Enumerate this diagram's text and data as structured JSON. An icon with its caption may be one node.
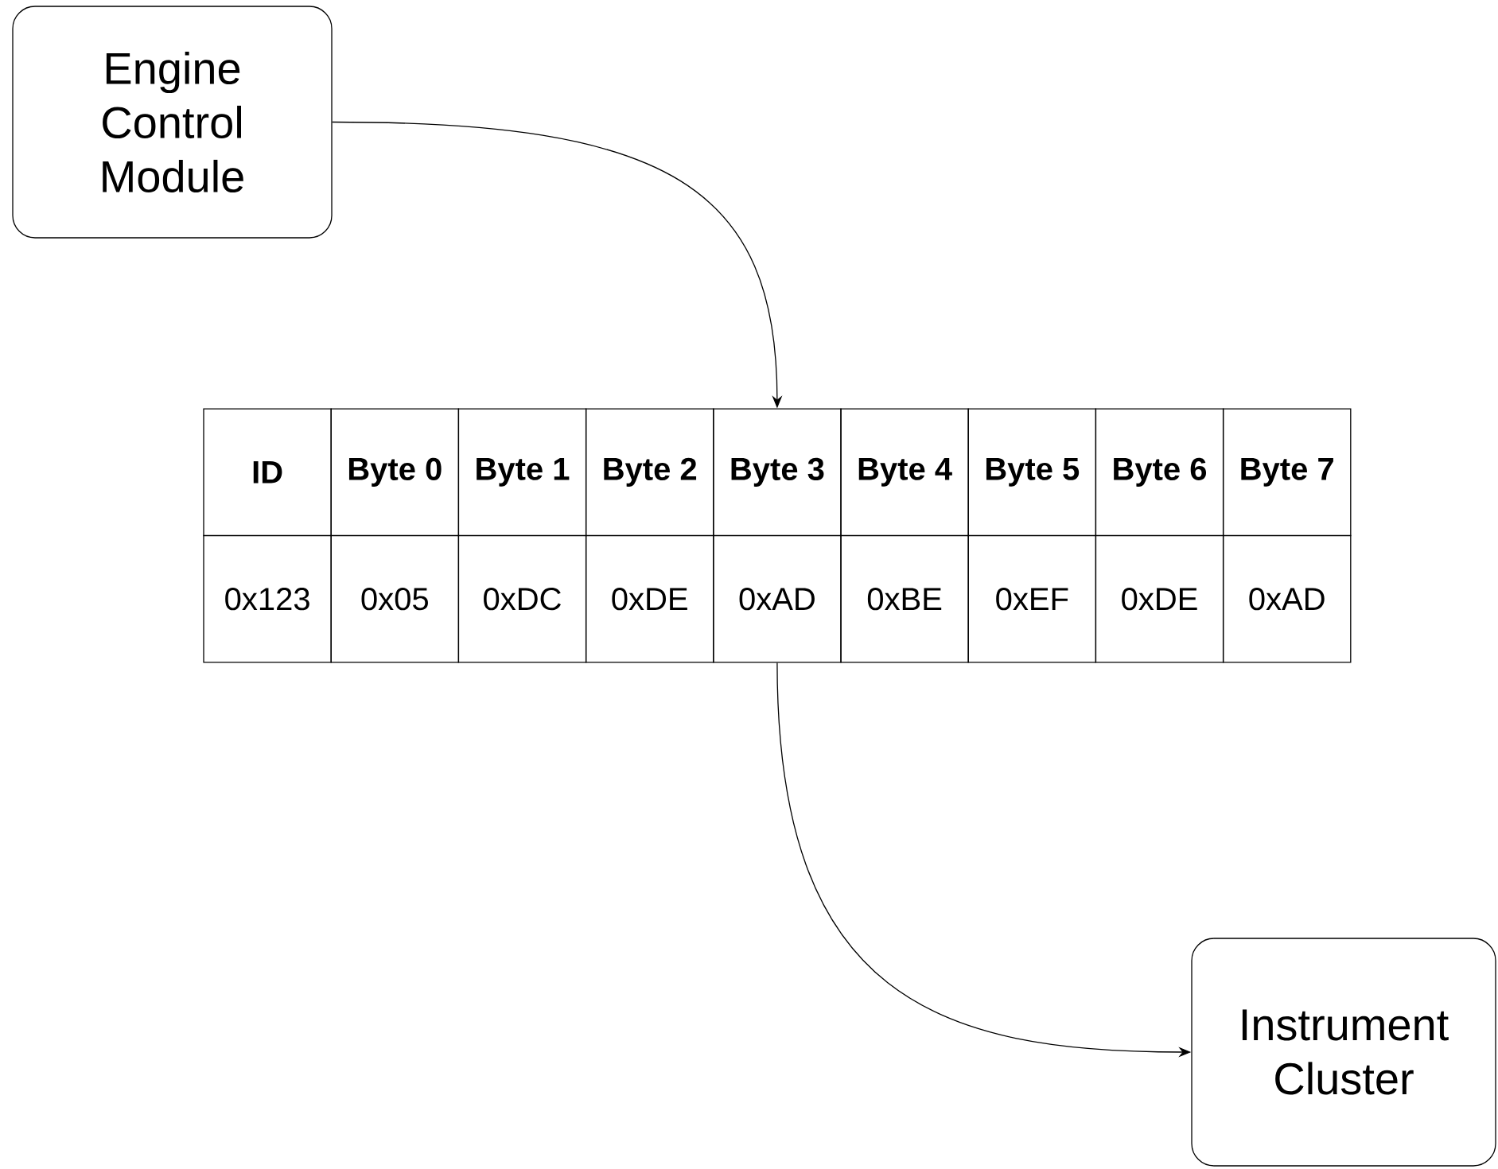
{
  "diagram": {
    "nodes": [
      {
        "text": [
          "Engine Control Module"
        ]
      },
      {
        "text": [
          "ID"
        ]
      },
      {
        "text": [
          "Byte 0"
        ]
      },
      {
        "text": [
          "Byte 1"
        ]
      },
      {
        "text": [
          "Byte 2"
        ]
      },
      {
        "text": [
          "Byte 3"
        ]
      },
      {
        "text": [
          "Byte 4"
        ]
      },
      {
        "text": [
          "Byte 5"
        ]
      },
      {
        "text": [
          "Byte 6"
        ]
      },
      {
        "text": [
          "Byte 7"
        ]
      },
      {
        "text": [
          "0x123"
        ]
      },
      {
        "text": [
          "0x05"
        ]
      },
      {
        "text": [
          "0xDC"
        ]
      },
      {
        "text": [
          "0xDE"
        ]
      },
      {
        "text": [
          "0xAD"
        ]
      },
      {
        "text": [
          "0xBE"
        ]
      },
      {
        "text": [
          "0xEF"
        ]
      },
      {
        "text": [
          "0xDE"
        ]
      },
      {
        "text": [
          "0xAD"
        ]
      },
      {
        "text": [
          "Instrument Cluster"
        ]
      }
    ],
    "edges": [
      {
        "from": 0,
        "to": 5,
        "arrow": "to"
      },
      {
        "from": 14,
        "to": 19,
        "arrow": "to"
      }
    ]
  }
}
